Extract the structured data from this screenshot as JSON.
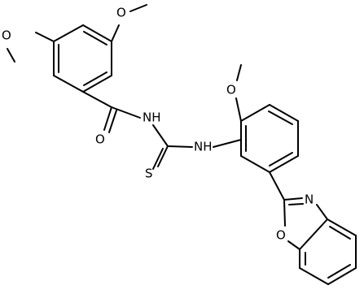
{
  "atoms": {
    "methoxy_top": "O",
    "methoxy_left": "O",
    "amide_nh": "NH",
    "carbonyl_o": "O",
    "thiourea_nh": "NH",
    "thione_s": "S",
    "methoxy_right": "O",
    "oxazole_n": "N",
    "oxazole_o": "O"
  },
  "colors": {
    "ink": "#000000",
    "background": "#ffffff"
  }
}
